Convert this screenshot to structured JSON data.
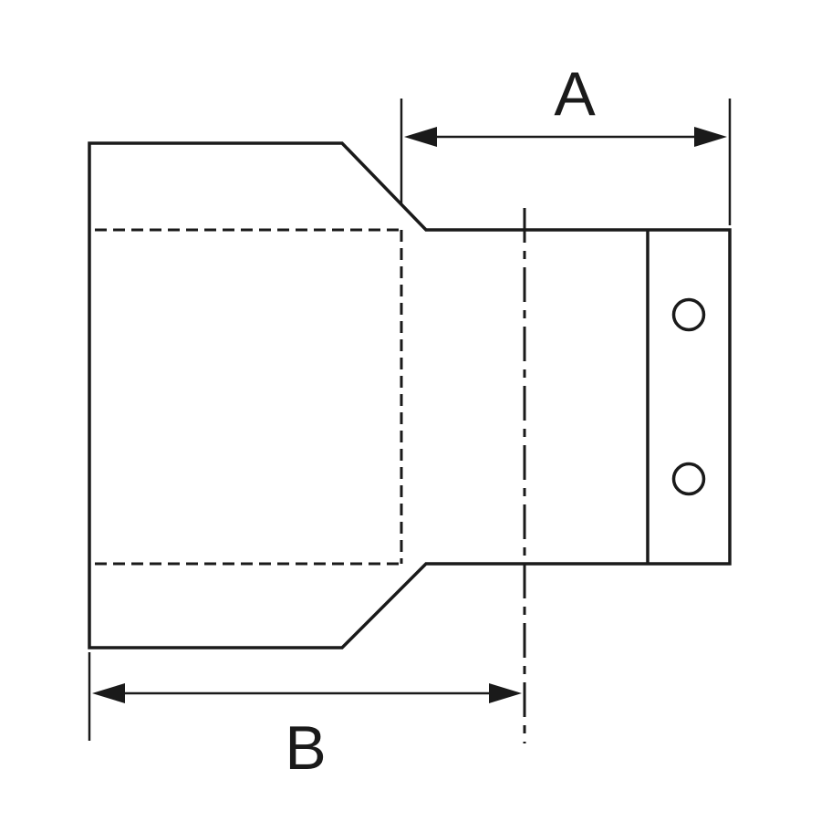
{
  "drawing": {
    "type": "technical-part-drawing",
    "description": "Side view of a reducing pipe fitting / adapter with flange holes, annotated with two linear dimensions",
    "ink_color": "#1a1a1a",
    "background_color": "#ffffff",
    "dimensions": {
      "a_label": "A",
      "b_label": "B"
    }
  }
}
